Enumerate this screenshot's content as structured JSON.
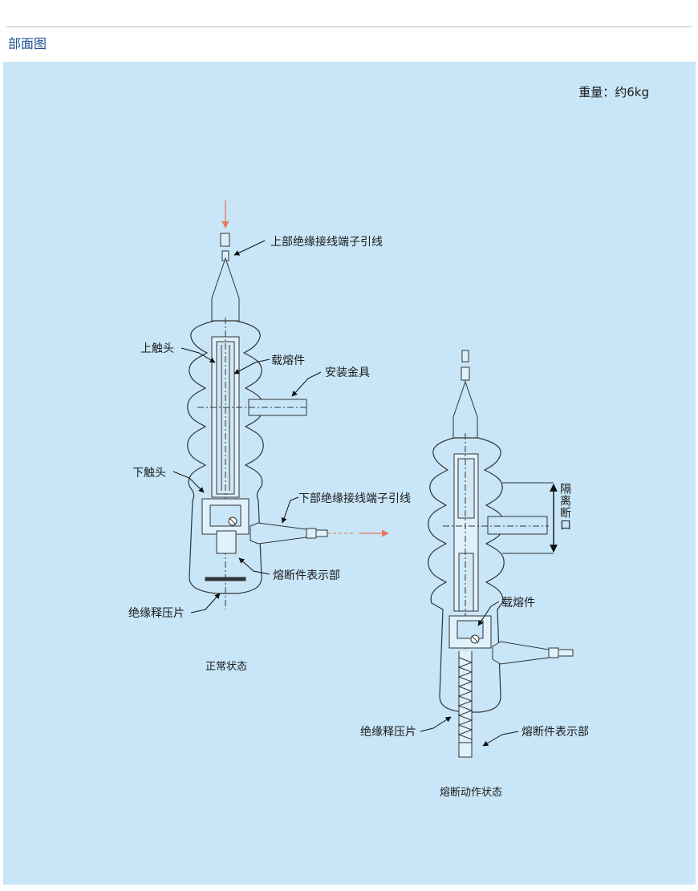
{
  "header": {
    "title": "部面图"
  },
  "weight": "重量：约6kg",
  "labels": {
    "upper_terminal": "上部绝缘接线端子引线",
    "upper_contact": "上触头",
    "fuse_carrier": "载熔件",
    "mounting": "安装金具",
    "lower_contact": "下触头",
    "lower_terminal": "下部绝缘接线端子引线",
    "indicator": "熔断件表示部",
    "pressure_release": "绝缘释压片",
    "isolation_gap": "隔离断口",
    "fuse_carrier_2": "载熔件",
    "pressure_release_2": "绝缘释压片",
    "indicator_2": "熔断件表示部"
  },
  "captions": {
    "normal": "正常状态",
    "blown": "熔断动作状态"
  },
  "colors": {
    "panel": "#c8e6f7",
    "accent_arrow": "#e8765a",
    "title": "#1e4f8f"
  }
}
